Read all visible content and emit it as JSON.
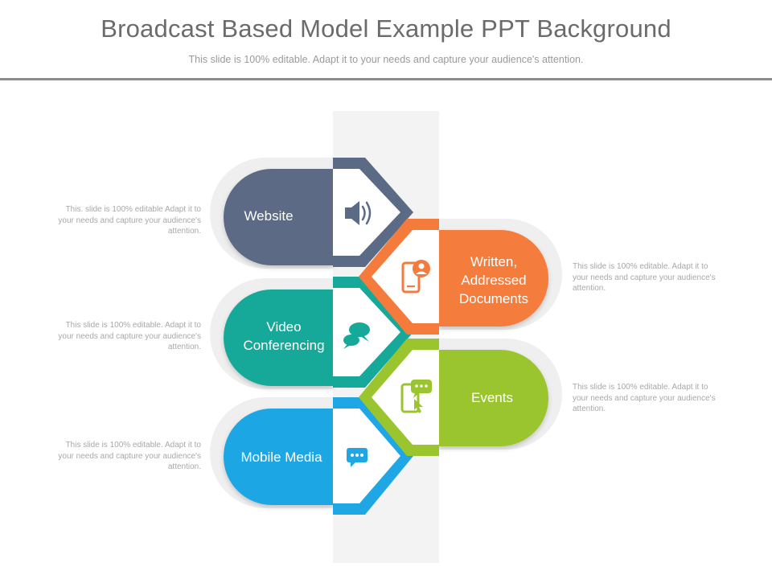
{
  "header": {
    "title": "Broadcast Based Model Example PPT Background",
    "subtitle": "This slide is 100% editable. Adapt it to your needs and capture your audience's attention."
  },
  "items": [
    {
      "label": "Website",
      "color": "#5b6b85",
      "icon": "speaker-icon",
      "side": "left",
      "description": "This. slide is 100% editable Adapt it to your needs and capture your audience's attention."
    },
    {
      "label": "Written, Addressed Documents",
      "color": "#f47b3c",
      "icon": "mobile-contact-icon",
      "side": "right",
      "description": "This slide is 100% editable. Adapt it to your needs and capture your audience's attention."
    },
    {
      "label": "Video Conferencing",
      "color": "#16a99a",
      "icon": "chat-bubbles-icon",
      "side": "left",
      "description": "This slide is 100% editable. Adapt it to your needs and capture your audience's attention."
    },
    {
      "label": "Events",
      "color": "#9bc52e",
      "icon": "touch-chat-icon",
      "side": "right",
      "description": "This slide is 100% editable. Adapt it to your needs and capture your audience's attention."
    },
    {
      "label": "Mobile Media",
      "color": "#1ea7e4",
      "icon": "message-bubble-icon",
      "side": "left",
      "description": "This slide is 100% editable. Adapt it to your needs and capture your audience's attention."
    }
  ]
}
